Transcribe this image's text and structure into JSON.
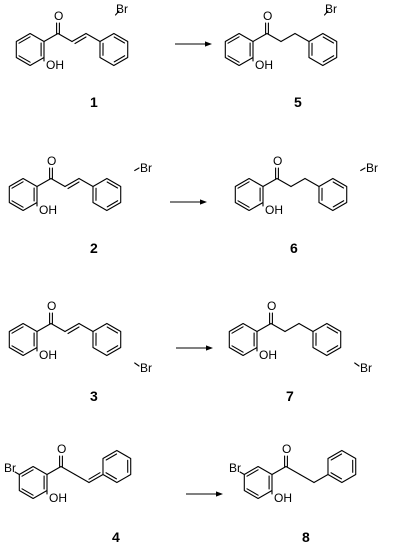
{
  "scheme": {
    "rows": [
      {
        "reactant": {
          "number": "1",
          "labels": {
            "oh": "OH",
            "br": "Br"
          }
        },
        "product": {
          "number": "5",
          "labels": {
            "oh": "OH",
            "br": "Br"
          }
        }
      },
      {
        "reactant": {
          "number": "2",
          "labels": {
            "oh": "OH",
            "br": "Br"
          }
        },
        "product": {
          "number": "6",
          "labels": {
            "oh": "OH",
            "br": "Br"
          }
        }
      },
      {
        "reactant": {
          "number": "3",
          "labels": {
            "oh": "OH",
            "br": "Br"
          }
        },
        "product": {
          "number": "7",
          "labels": {
            "oh": "OH",
            "br": "Br"
          }
        }
      },
      {
        "reactant": {
          "number": "4",
          "labels": {
            "oh": "OH",
            "br": "Br"
          }
        },
        "product": {
          "number": "8",
          "labels": {
            "oh": "OH",
            "br": "Br"
          }
        }
      }
    ]
  },
  "atoms": {
    "oxygen": "O"
  }
}
